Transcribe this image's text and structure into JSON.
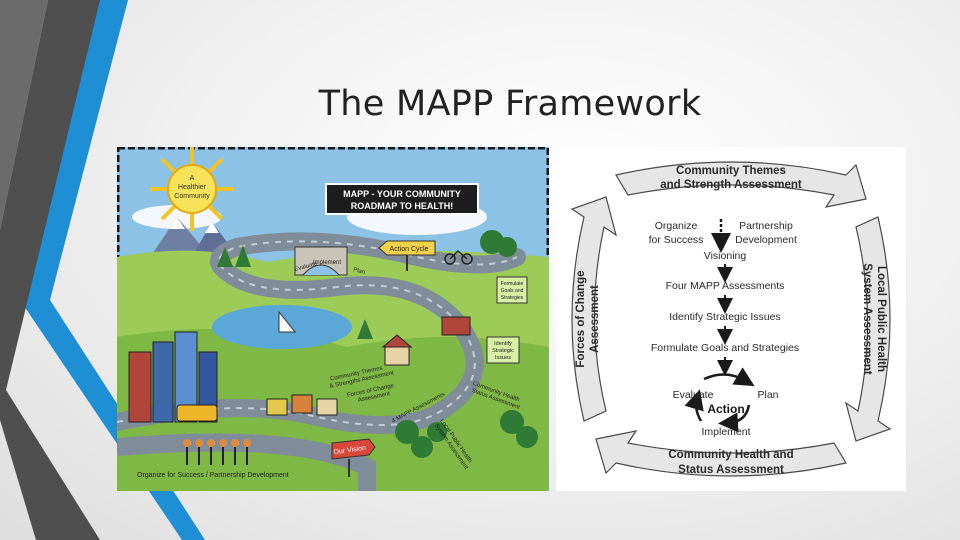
{
  "slide": {
    "title": "The MAPP Framework"
  },
  "roadmap": {
    "sun_text": [
      "A",
      "Healthier",
      "Community"
    ],
    "banner": [
      "MAPP - YOUR COMMUNITY",
      "ROADMAP TO HEALTH!"
    ],
    "action_cycle_sign": "Action Cycle",
    "bridge_labels": {
      "evaluate": "Evaluate",
      "implement": "Implement",
      "plan": "Plan"
    },
    "formulate_sign": [
      "Formulate",
      "Goals and",
      "Strategies"
    ],
    "identify_sign": [
      "Identify",
      "Strategic",
      "Issues"
    ],
    "road_community_themes": [
      "Community Themes",
      "& Strengths Assessment"
    ],
    "road_forces": [
      "Forces of Change",
      "Assessment"
    ],
    "road_four_mapp": "4 MAPP Assessments",
    "road_community_health": [
      "Community Health",
      "Status Assessment"
    ],
    "road_local_public": [
      "Local Public Health",
      "System Assessment"
    ],
    "our_vision_sign": "Our Vision",
    "bottom_caption": "Organize for Success / Partnership Development"
  },
  "cycle": {
    "top_arrow": [
      "Community Themes",
      "and Strength Assessment"
    ],
    "left_arrow": [
      "Forces of Change",
      "Assessment"
    ],
    "right_arrow": [
      "Local Public Health",
      "System Assessment"
    ],
    "bottom_arrow": [
      "Community Health and",
      "Status Assessment"
    ],
    "organize": [
      "Organize",
      "for Success"
    ],
    "partnership": [
      "Partnership",
      "Development"
    ],
    "visioning": "Visioning",
    "four_mapp": "Four MAPP Assessments",
    "identify": "Identify Strategic Issues",
    "formulate": "Formulate Goals and Strategies",
    "evaluate": "Evaluate",
    "plan": "Plan",
    "action": "Action",
    "implement": "Implement"
  }
}
